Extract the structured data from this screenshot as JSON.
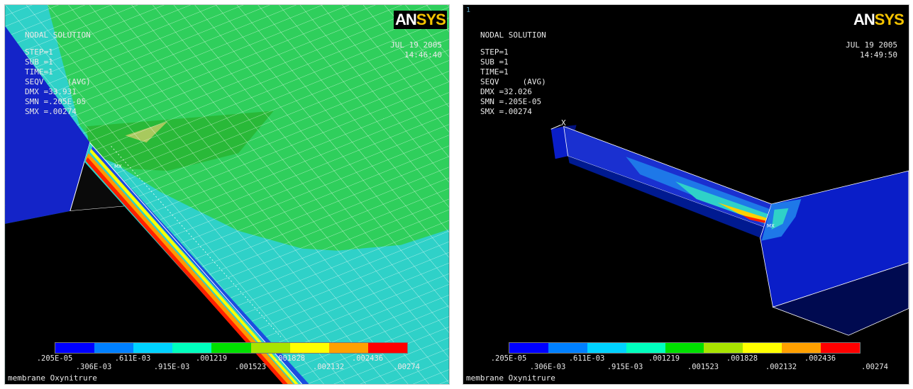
{
  "contour_colors": [
    "#0000ff",
    "#0080ff",
    "#00d2ff",
    "#00ffbe",
    "#00e000",
    "#a8e400",
    "#ffff00",
    "#ffa000",
    "#ff0000"
  ],
  "legend_top": [
    ".205E-05",
    ".611E-03",
    ".001219",
    ".001828",
    ".002436"
  ],
  "legend_bottom": [
    ".306E-03",
    ".915E-03",
    ".001523",
    ".002132",
    ".00274"
  ],
  "caption": "membrane Oxynitrure",
  "logo": {
    "an": "AN",
    "sys": "SYS"
  },
  "max_marker": "MX",
  "panels": [
    {
      "frame_no": "",
      "title": "NODAL SOLUTION",
      "lines": [
        "STEP=1",
        "SUB =1",
        "TIME=1",
        "SEQV     (AVG)",
        "DMX =33.931",
        "SMN =.205E-05",
        "SMX =.00274"
      ],
      "date": "JUL 19 2005",
      "time": "14:46:40"
    },
    {
      "frame_no": "1",
      "title": "NODAL SOLUTION",
      "lines": [
        "STEP=1",
        "SUB =1",
        "TIME=1",
        "SEQV     (AVG)",
        "DMX =32.026",
        "SMN =.205E-05",
        "SMX =.00274"
      ],
      "date": "JUL 19 2005",
      "time": "14:49:50",
      "axis_label": "X"
    }
  ]
}
